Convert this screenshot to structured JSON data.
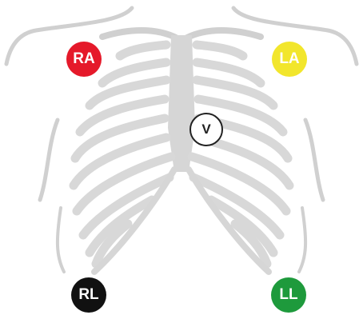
{
  "electrodes": {
    "ra": {
      "label": "RA",
      "fill": "#e5192a",
      "text_color": "#ffffff"
    },
    "la": {
      "label": "LA",
      "fill": "#f2e62c",
      "text_color": "#ffffff"
    },
    "v": {
      "label": "V",
      "fill": "#ffffff",
      "text_color": "#222222"
    },
    "rl": {
      "label": "RL",
      "fill": "#111111",
      "text_color": "#ffffff"
    },
    "ll": {
      "label": "LL",
      "fill": "#1e9a3c",
      "text_color": "#ffffff"
    }
  },
  "colors": {
    "rib": "#dcdcdc",
    "outline": "#cfcfcf",
    "background": "#ffffff"
  }
}
